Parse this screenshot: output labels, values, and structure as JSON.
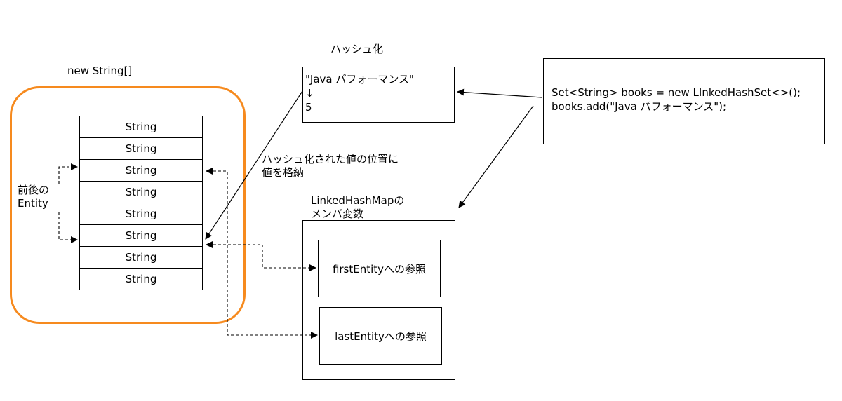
{
  "array_section": {
    "title": "new String[]",
    "cells": [
      "String",
      "String",
      "String",
      "String",
      "String",
      "String",
      "String",
      "String"
    ]
  },
  "neighbor_label": [
    "前後の",
    "Entity"
  ],
  "hash_section": {
    "title": "ハッシュ化",
    "lines": [
      "\"Java パフォーマンス\"",
      "↓",
      "5"
    ]
  },
  "code_block": {
    "lines": [
      "Set<String> books = new LInkedHashSet<>();",
      "books.add(\"Java パフォーマンス\");"
    ]
  },
  "store_note": [
    "ハッシュ化された値の位置に",
    "値を格納"
  ],
  "map_section": {
    "title_lines": [
      "LinkedHashMapの",
      "メンバ変数"
    ],
    "first_ref": "firstEntityへの参照",
    "last_ref": "lastEntityへの参照"
  },
  "colors": {
    "accent_border": "#f68a1e",
    "line": "#000000"
  }
}
